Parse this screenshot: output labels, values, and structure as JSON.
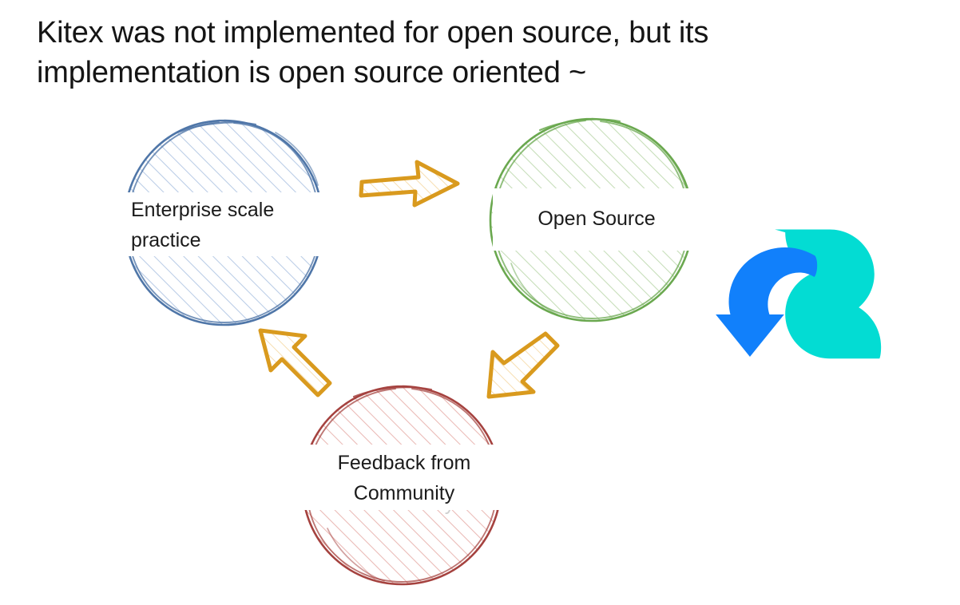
{
  "slide": {
    "title_lines": [
      "Kitex was not implemented for open source, but its",
      "implementation is open source oriented ~"
    ],
    "background_color": "#ffffff",
    "text_color": "#151515"
  },
  "diagram": {
    "type": "cycle",
    "style": "hand-drawn sketch",
    "nodes": [
      {
        "id": "enterprise",
        "label": "Enterprise scale\npractice",
        "label_line1": "Enterprise scale",
        "label_line2": "practice",
        "color": "#4f76a8",
        "fill_hatch_color": "#c6d4e8",
        "position": "top-left"
      },
      {
        "id": "opensource",
        "label": "Open Source",
        "label_line1": "Open Source",
        "label_line2": "",
        "color": "#6aa84f",
        "fill_hatch_color": "#cfe3c5",
        "position": "top-right"
      },
      {
        "id": "feedback",
        "label": "Feedback from\nCommunity",
        "label_line1": "Feedback from",
        "label_line2": "Community",
        "color": "#a5423f",
        "fill_hatch_color": "#eec9c6",
        "position": "bottom-center"
      }
    ],
    "arrows": [
      {
        "id": "arrow-enterprise-to-opensource",
        "from": "enterprise",
        "to": "opensource",
        "direction": "right",
        "color": "#d99a1e"
      },
      {
        "id": "arrow-opensource-to-feedback",
        "from": "opensource",
        "to": "feedback",
        "direction": "down-left",
        "color": "#d99a1e"
      },
      {
        "id": "arrow-feedback-to-enterprise",
        "from": "feedback",
        "to": "enterprise",
        "direction": "up-left",
        "color": "#d99a1e"
      }
    ]
  },
  "logo": {
    "name": "cloudwego-logo",
    "arrow_color": "#1180fb",
    "cloud_color": "#03dcd3"
  }
}
